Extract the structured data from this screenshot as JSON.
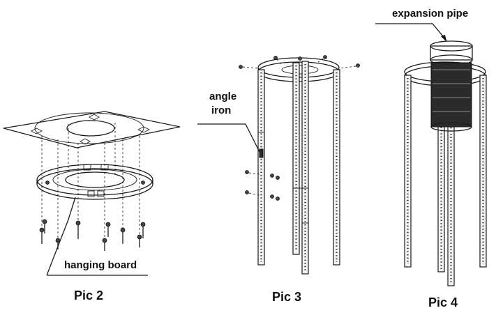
{
  "labels": {
    "hanging_board": "hanging board",
    "angle_iron_line1": "angle",
    "angle_iron_line2": "iron",
    "expansion_pipe": "expansion pipe"
  },
  "captions": {
    "pic2": "Pic 2",
    "pic3": "Pic 3",
    "pic4": "Pic 4"
  }
}
